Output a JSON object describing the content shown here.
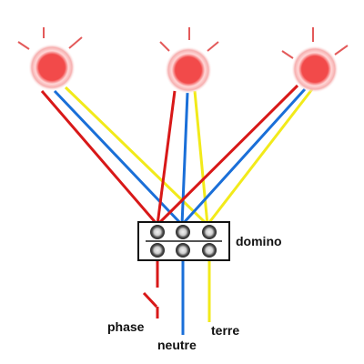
{
  "labels": {
    "domino": "domino",
    "phase": "phase",
    "neutre": "neutre",
    "terre": "terre"
  },
  "colors": {
    "phase_wire": "#d81818",
    "neutral_wire": "#1a6fd8",
    "earth_wire": "#f2ea1a",
    "lamp_core": "#f24a4a",
    "lamp_ring": "#f7c6c6",
    "domino_border": "#111111",
    "domino_fill": "#ffffff",
    "terminal_dark": "#555555",
    "terminal_light": "#e6e6e6",
    "background": "#ffffff"
  },
  "lamps": [
    {
      "name": "lamp-left"
    },
    {
      "name": "lamp-center"
    },
    {
      "name": "lamp-right"
    }
  ]
}
